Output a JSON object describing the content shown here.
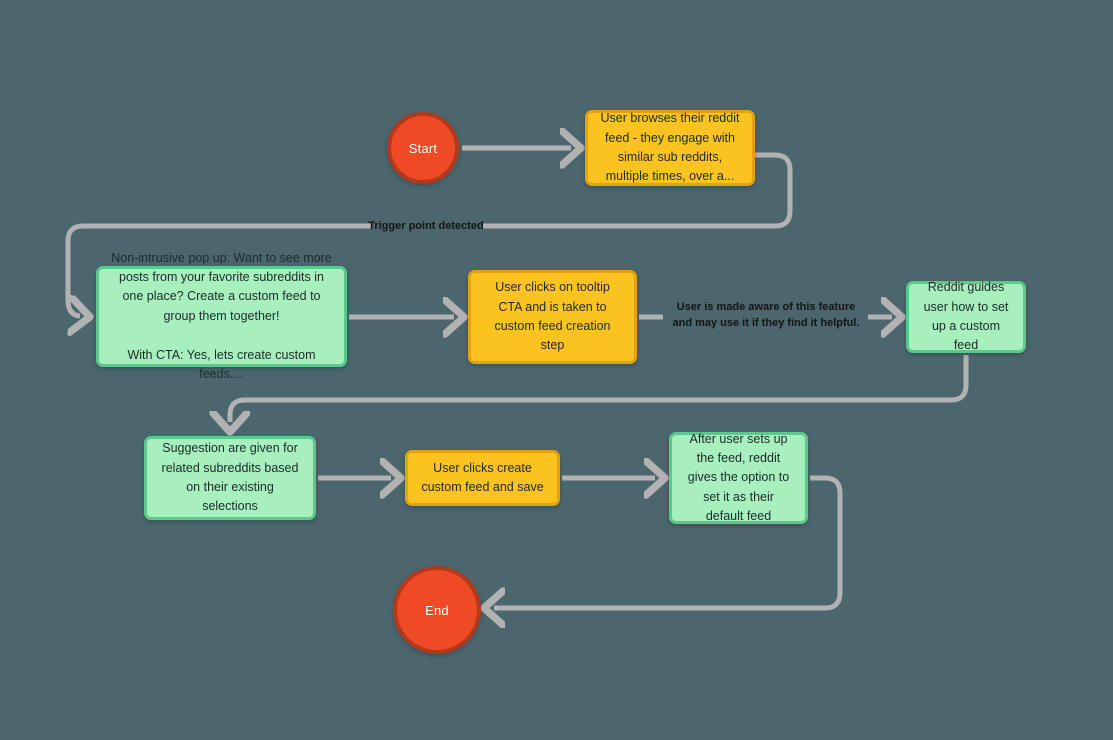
{
  "diagram": {
    "title": "Reddit custom feed suggestion user flow",
    "background_color": "#4c666e",
    "connector_color": "#b2b2b2"
  },
  "palette": {
    "terminal_fill": "#ef4a26",
    "terminal_border": "#b23a1c",
    "terminal_text": "#ffffff",
    "yellow_fill": "#fbc320",
    "yellow_border": "#e3a310",
    "green_fill": "#a7f0bd",
    "green_border": "#5ac98c",
    "node_text": "#1d2a2a",
    "label_text": "#141414"
  },
  "nodes": {
    "start": {
      "label": "Start",
      "shape": "circle",
      "color": "terminal"
    },
    "browse": {
      "label": "User browses their reddit feed - they engage with similar sub reddits, multiple times, over a...",
      "shape": "rounded-rect",
      "color": "yellow"
    },
    "popup": {
      "label": "Non-intrusive pop up: Want to see more posts from your favorite subreddits in one place? Create a custom feed to group them together!\n\nWith CTA: Yes, lets create custom feeds....",
      "shape": "rounded-rect",
      "color": "green"
    },
    "tooltip": {
      "label": "User clicks on tooltip CTA and is taken to custom feed creation step",
      "shape": "rounded-rect",
      "color": "yellow"
    },
    "guides": {
      "label": "Reddit guides user how to set up a custom feed",
      "shape": "rounded-rect",
      "color": "green"
    },
    "suggest": {
      "label": "Suggestion are given for related subreddits based on their existing selections",
      "shape": "rounded-rect",
      "color": "green"
    },
    "create": {
      "label": "User clicks create custom feed and save",
      "shape": "rounded-rect",
      "color": "yellow"
    },
    "default_feed": {
      "label": "After user sets up the feed, reddit gives the option to set it as their default feed",
      "shape": "rounded-rect",
      "color": "green"
    },
    "end": {
      "label": "End",
      "shape": "circle",
      "color": "terminal"
    }
  },
  "edge_labels": {
    "trigger": "Trigger point detected",
    "aware": "User is made aware of this feature and may use it if they find it helpful."
  },
  "edges": [
    {
      "from": "start",
      "to": "browse",
      "label": ""
    },
    {
      "from": "browse",
      "to": "popup",
      "label": "Trigger point detected"
    },
    {
      "from": "popup",
      "to": "tooltip",
      "label": ""
    },
    {
      "from": "tooltip",
      "to": "guides",
      "label": "User is made aware of this feature and may use it if they find it helpful."
    },
    {
      "from": "guides",
      "to": "suggest",
      "label": ""
    },
    {
      "from": "suggest",
      "to": "create",
      "label": ""
    },
    {
      "from": "create",
      "to": "default_feed",
      "label": ""
    },
    {
      "from": "default_feed",
      "to": "end",
      "label": ""
    }
  ]
}
